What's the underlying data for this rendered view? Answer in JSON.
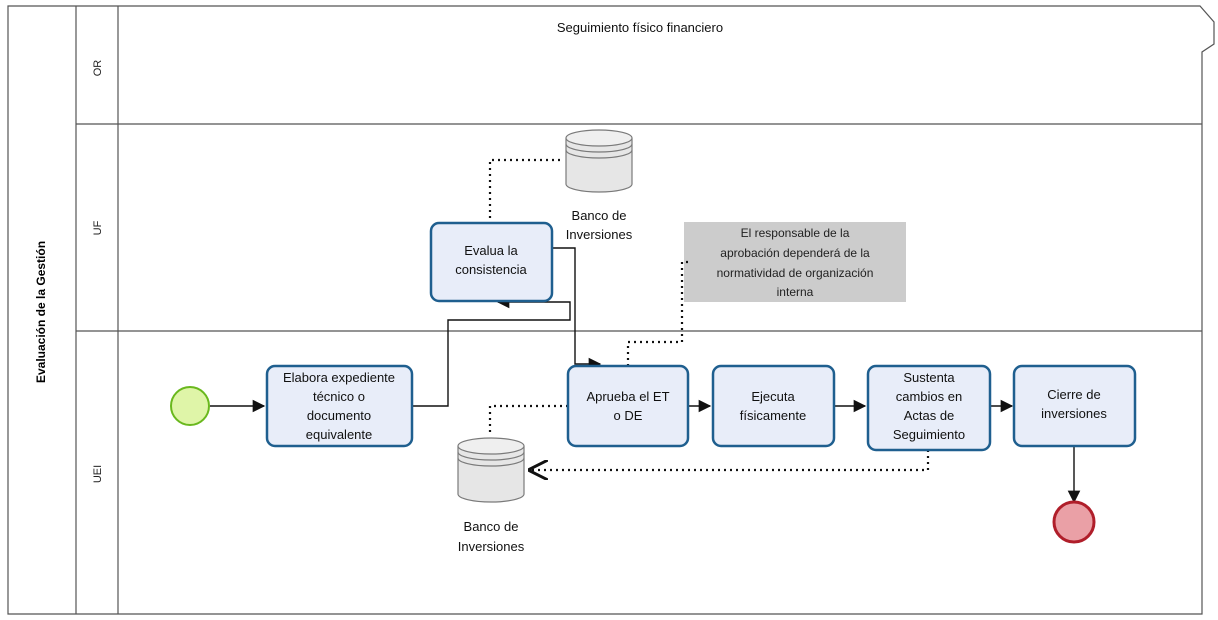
{
  "pool": {
    "title": "Evaluación de la Gestión",
    "header": "Seguimiento físico financiero"
  },
  "lanes": [
    {
      "id": "or",
      "label": "OR"
    },
    {
      "id": "uf",
      "label": "UF"
    },
    {
      "id": "uei",
      "label": "UEI"
    }
  ],
  "tasks": [
    {
      "id": "evalua",
      "lines": [
        "Evalua la",
        "consistencia"
      ]
    },
    {
      "id": "elabora",
      "lines": [
        "Elabora expediente",
        "técnico o",
        "documento",
        "equivalente"
      ]
    },
    {
      "id": "aprueba",
      "lines": [
        "Aprueba el ET",
        "o DE"
      ]
    },
    {
      "id": "ejecuta",
      "lines": [
        "Ejecuta",
        "físicamente"
      ]
    },
    {
      "id": "sustenta",
      "lines": [
        "Sustenta",
        "cambios en",
        "Actas de",
        "Seguimiento"
      ]
    },
    {
      "id": "cierre",
      "lines": [
        "Cierre de",
        "inversiones"
      ]
    }
  ],
  "data_stores": [
    {
      "id": "banco-uf",
      "lines": [
        "Banco de",
        "Inversiones"
      ]
    },
    {
      "id": "banco-uei",
      "lines": [
        "Banco de",
        "Inversiones"
      ]
    }
  ],
  "annotation": {
    "lines": [
      "El responsable de la",
      "aprobación dependerá de la",
      "normatividad de organización",
      "interna"
    ]
  },
  "events": [
    {
      "id": "start",
      "type": "start"
    },
    {
      "id": "end",
      "type": "end"
    }
  ],
  "colors": {
    "task_fill": "#e8edf9",
    "task_stroke": "#1f5f8f",
    "start_fill": "#dff5a8",
    "start_stroke": "#6ab81e",
    "end_fill": "#eaa0a6",
    "end_stroke": "#b01e2a",
    "store_fill": "#e6e6e6",
    "store_stroke": "#7a7a7a",
    "annotation_fill": "#cccccc"
  }
}
